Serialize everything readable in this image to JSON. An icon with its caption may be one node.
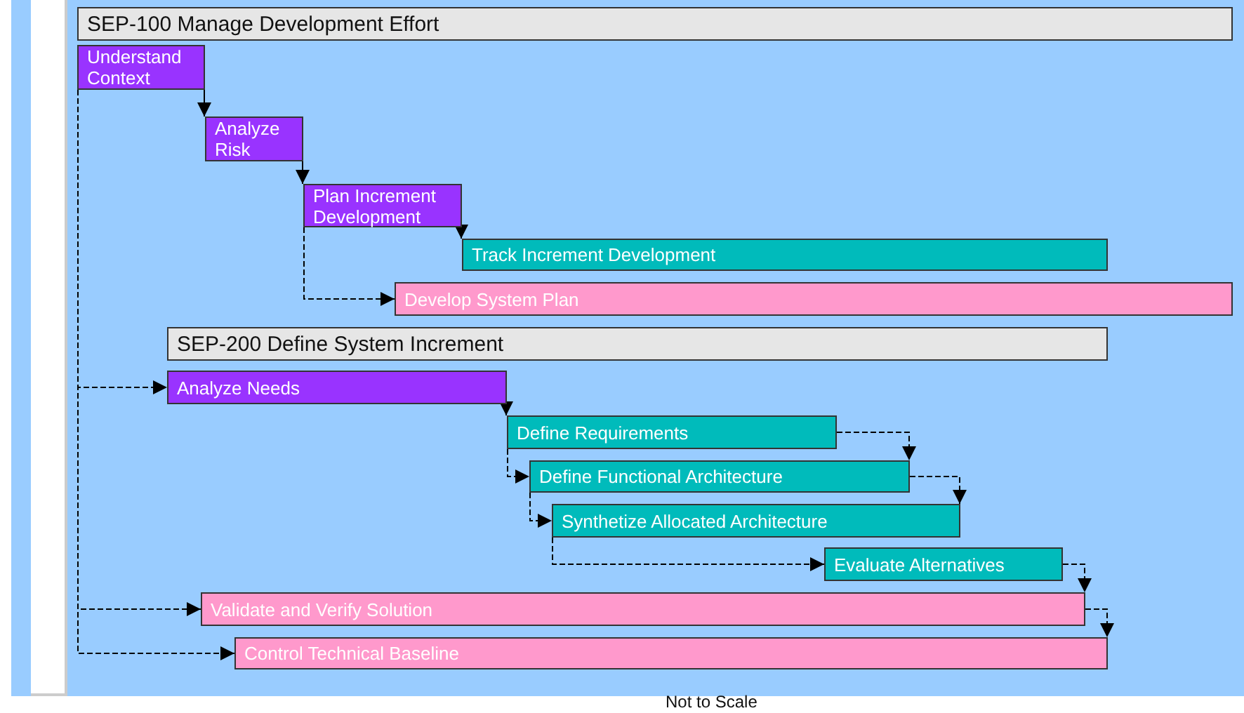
{
  "diagram": {
    "nodes": [
      {
        "text": [
          "SEP-100 Manage Development Effort"
        ]
      },
      {
        "text": [
          "Understand Context"
        ]
      },
      {
        "text": [
          "Analyze Risk"
        ]
      },
      {
        "text": [
          "Plan Increment Development"
        ]
      },
      {
        "text": [
          "Track Increment Development"
        ]
      },
      {
        "text": [
          "Develop System Plan"
        ]
      },
      {
        "text": [
          "SEP-200 Define System Increment"
        ]
      },
      {
        "text": [
          "Analyze Needs"
        ]
      },
      {
        "text": [
          "Define Requirements"
        ]
      },
      {
        "text": [
          "Define Functional Architecture"
        ]
      },
      {
        "text": [
          "Synthetize Allocated Architecture"
        ]
      },
      {
        "text": [
          "Evaluate Alternatives"
        ]
      },
      {
        "text": [
          "Validate and Verify Solution"
        ]
      },
      {
        "text": [
          "Control Technical Baseline"
        ]
      }
    ],
    "edges": [
      {
        "from": 1,
        "to": 2,
        "arrow": "to"
      },
      {
        "from": 2,
        "to": 3,
        "arrow": "to"
      },
      {
        "from": 3,
        "to": 4,
        "arrow": "to"
      },
      {
        "from": 3,
        "to": 5,
        "arrow": "to",
        "style": "dashed"
      },
      {
        "from": 1,
        "to": 7,
        "arrow": "to",
        "style": "dashed"
      },
      {
        "from": 1,
        "to": 12,
        "arrow": "to",
        "style": "dashed"
      },
      {
        "from": 1,
        "to": 13,
        "arrow": "to",
        "style": "dashed"
      },
      {
        "from": 7,
        "to": 8,
        "arrow": "to"
      },
      {
        "from": 8,
        "to": 9,
        "arrow": "to",
        "style": "dashed"
      },
      {
        "from": 8,
        "to": 9,
        "arrow": "to",
        "style": "dashed"
      },
      {
        "from": 9,
        "to": 10,
        "arrow": "to",
        "style": "dashed"
      },
      {
        "from": 9,
        "to": 10,
        "arrow": "to",
        "style": "dashed"
      },
      {
        "from": 10,
        "to": 11,
        "arrow": "to",
        "style": "dashed"
      },
      {
        "from": 11,
        "to": 12,
        "arrow": "to",
        "style": "dashed"
      },
      {
        "from": 12,
        "to": 13,
        "arrow": "to",
        "style": "dashed"
      }
    ],
    "labels": [
      "Not to Scale"
    ]
  }
}
